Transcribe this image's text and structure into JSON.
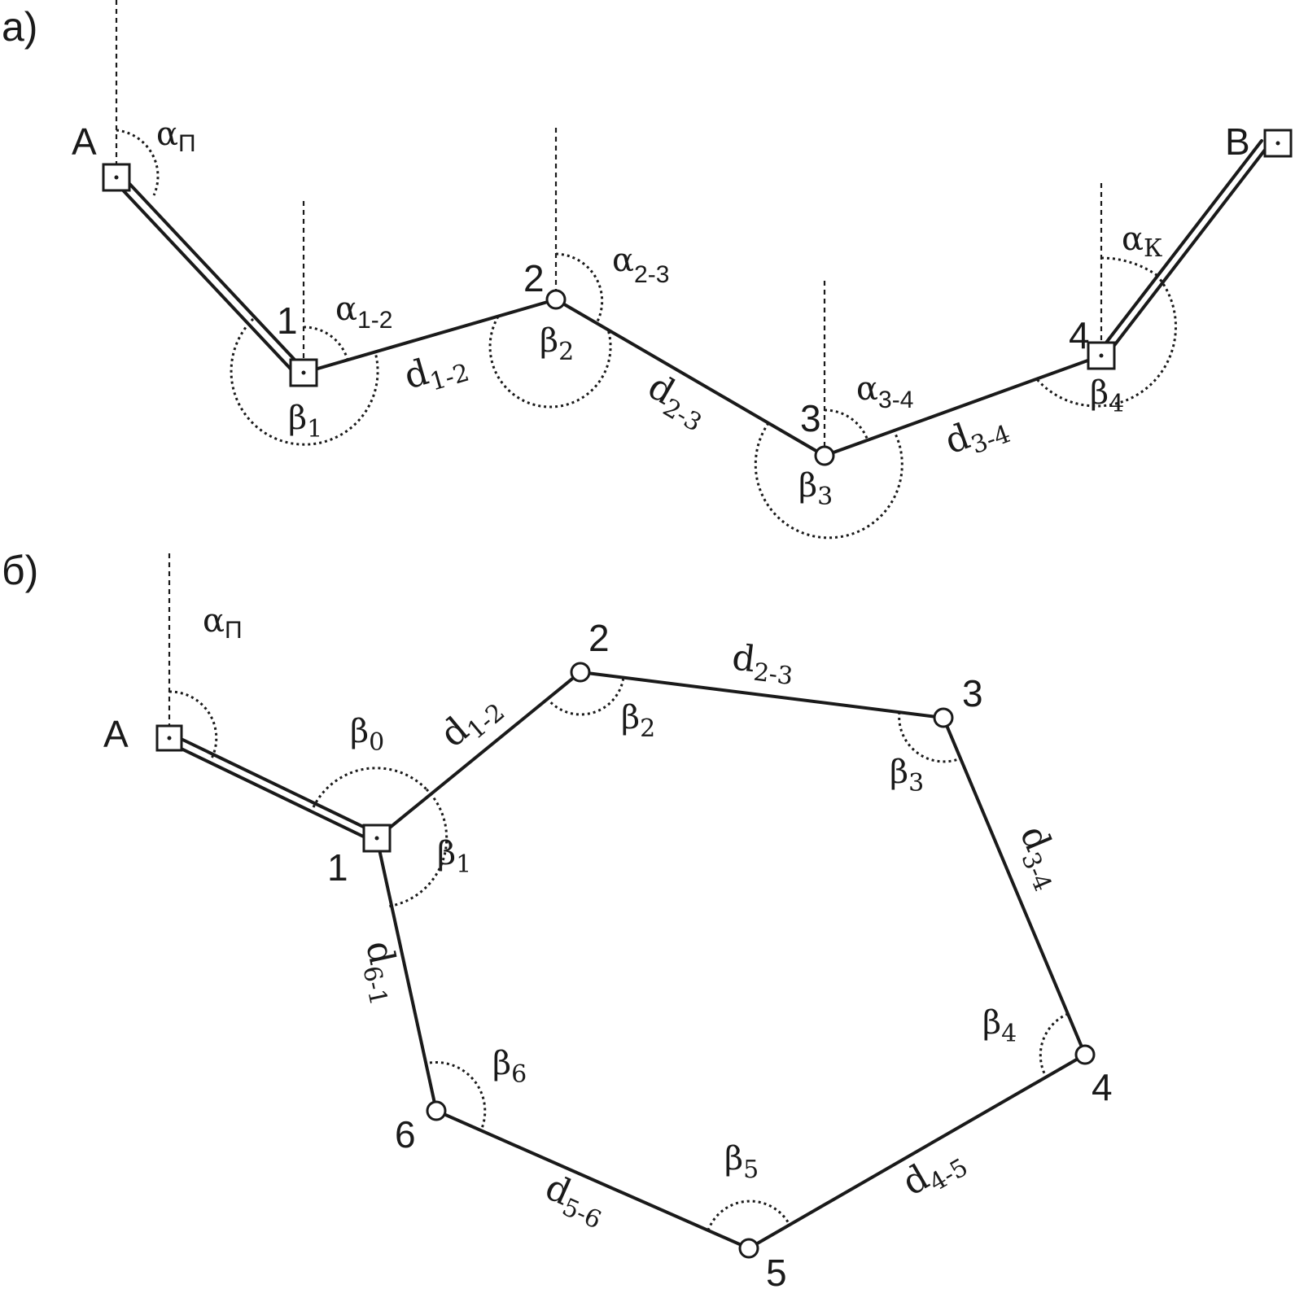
{
  "panels": [
    {
      "label": "а)",
      "known": [
        {
          "id": "A",
          "label": "A"
        },
        {
          "id": "B",
          "label": "B"
        }
      ],
      "stations": [
        {
          "id": "1",
          "label": "1"
        },
        {
          "id": "2",
          "label": "2"
        },
        {
          "id": "3",
          "label": "3"
        },
        {
          "id": "4",
          "label": "4"
        }
      ],
      "directions": [
        {
          "main": "α",
          "sub": "П"
        },
        {
          "main": "α",
          "sub": "1-2"
        },
        {
          "main": "α",
          "sub": "2-3"
        },
        {
          "main": "α",
          "sub": "3-4"
        },
        {
          "main": "α",
          "sub": "К"
        }
      ],
      "angles": [
        {
          "main": "β",
          "sub": "1"
        },
        {
          "main": "β",
          "sub": "2"
        },
        {
          "main": "β",
          "sub": "3"
        },
        {
          "main": "β",
          "sub": "4"
        }
      ],
      "distances": [
        {
          "main": "d",
          "sub": "1-2"
        },
        {
          "main": "d",
          "sub": "2-3"
        },
        {
          "main": "d",
          "sub": "3-4"
        }
      ]
    },
    {
      "label": "б)",
      "known": [
        {
          "id": "A",
          "label": "A"
        }
      ],
      "stations": [
        {
          "id": "1",
          "label": "1"
        },
        {
          "id": "2",
          "label": "2"
        },
        {
          "id": "3",
          "label": "3"
        },
        {
          "id": "4",
          "label": "4"
        },
        {
          "id": "5",
          "label": "5"
        },
        {
          "id": "6",
          "label": "6"
        }
      ],
      "directions": [
        {
          "main": "α",
          "sub": "П"
        }
      ],
      "angles": [
        {
          "main": "β",
          "sub": "0"
        },
        {
          "main": "β",
          "sub": "1"
        },
        {
          "main": "β",
          "sub": "2"
        },
        {
          "main": "β",
          "sub": "3"
        },
        {
          "main": "β",
          "sub": "4"
        },
        {
          "main": "β",
          "sub": "5"
        },
        {
          "main": "β",
          "sub": "6"
        }
      ],
      "distances": [
        {
          "main": "d",
          "sub": "1-2"
        },
        {
          "main": "d",
          "sub": "2-3"
        },
        {
          "main": "d",
          "sub": "3-4"
        },
        {
          "main": "d",
          "sub": "4-5"
        },
        {
          "main": "d",
          "sub": "5-6"
        },
        {
          "main": "d",
          "sub": "6-1"
        }
      ]
    }
  ]
}
